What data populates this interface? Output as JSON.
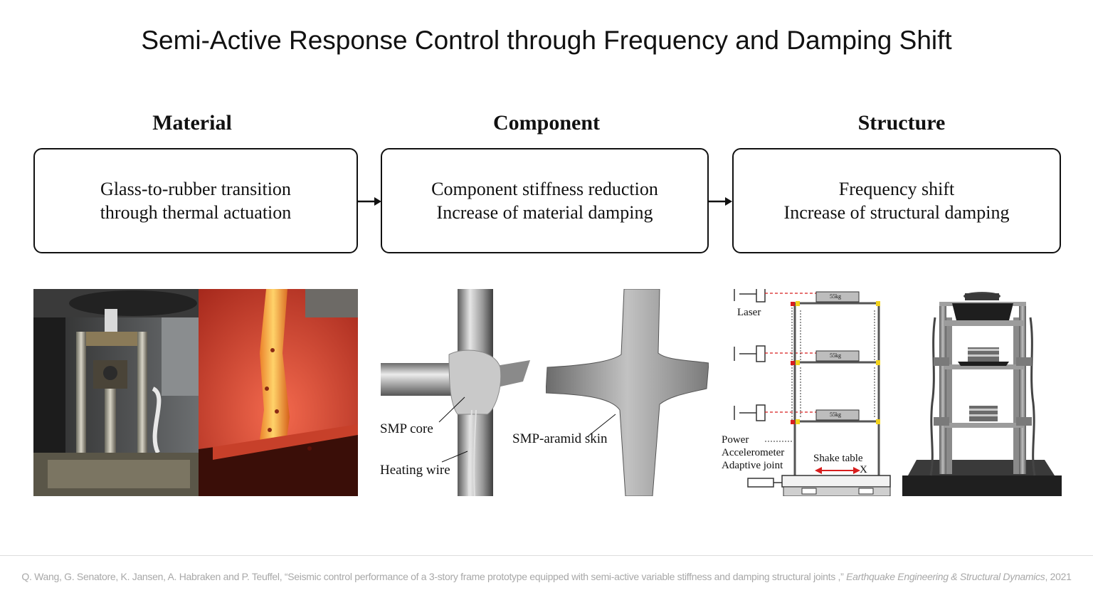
{
  "title": "Semi-Active Response Control through Frequency and Damping Shift",
  "columns": [
    {
      "heading": "Material",
      "line1": "Glass-to-rubber transition",
      "line2": "through thermal actuation"
    },
    {
      "heading": "Component",
      "line1": "Component stiffness reduction",
      "line2": "Increase of material damping"
    },
    {
      "heading": "Structure",
      "line1": "Frequency shift",
      "line2": "Increase of structural damping"
    }
  ],
  "component_photos": {
    "left_label_core": "SMP core",
    "left_label_wire": "Heating wire",
    "right_label_skin": "SMP-aramid skin"
  },
  "structure_diagram": {
    "laser": "Laser",
    "mass": "55kg",
    "power": "Power",
    "accelerometer": "Accelerometer",
    "adaptive_joint": "Adaptive joint",
    "shake_table": "Shake table",
    "axis": "X"
  },
  "colors": {
    "accelerometer": "#d81e1e",
    "adaptive_joint": "#f2d21b",
    "laser_line": "#d81e1e",
    "shake_arrow": "#d81e1e"
  },
  "citation": {
    "text": "Q. Wang, G. Senatore, K. Jansen, A. Habraken and P. Teuffel, “Seismic control performance of a 3-story frame prototype equipped with semi-active variable stiffness and damping structural joints ,” ",
    "journal": "Earthquake Engineering & Structural Dynamics",
    "year": ", 2021"
  }
}
